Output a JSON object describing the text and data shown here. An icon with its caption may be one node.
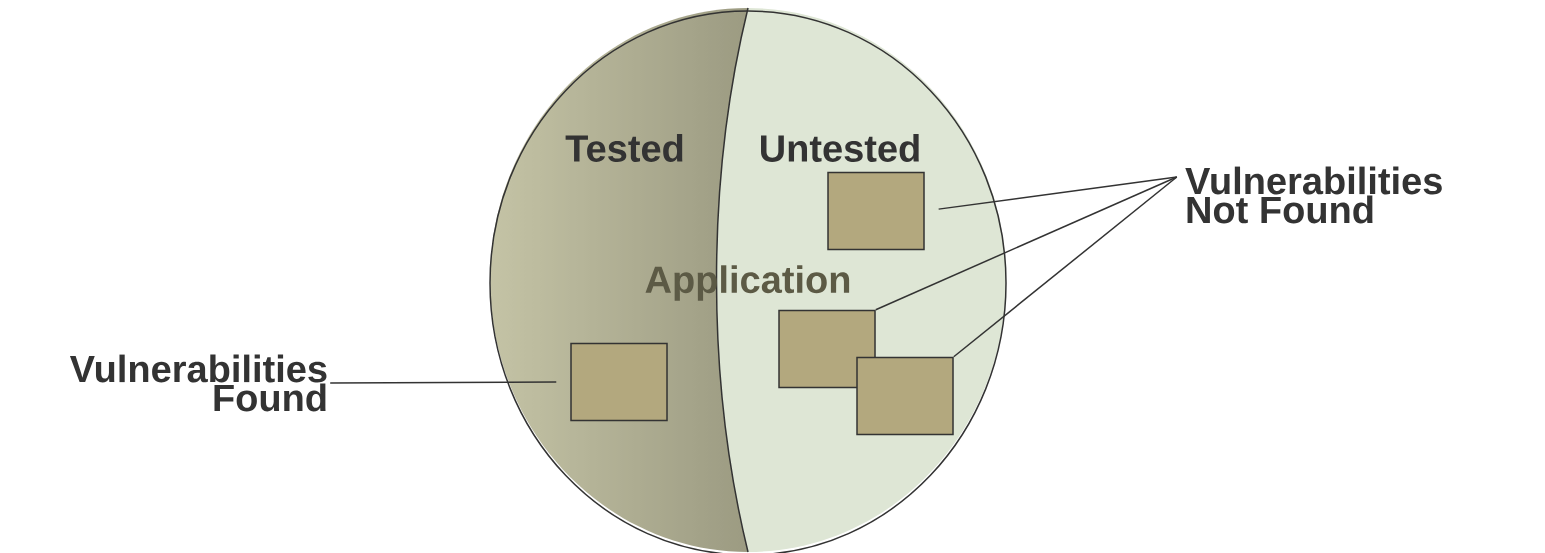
{
  "diagram": {
    "nodes": [
      {
        "text": [
          "Application"
        ]
      },
      {
        "text": [],
        "shape": "box",
        "in": 0
      },
      {
        "text": [],
        "shape": "box",
        "in": 0
      },
      {
        "text": [],
        "shape": "box",
        "in": 0
      },
      {
        "text": [],
        "shape": "box",
        "in": 0
      },
      {
        "text": [
          "Vulnerabilities Found"
        ]
      },
      {
        "text": [
          "Vulnerabilities Not Found"
        ]
      }
    ],
    "edges": [
      {
        "from": 5,
        "to": 1,
        "arrow": "none"
      },
      {
        "from": 6,
        "to": 2,
        "arrow": "none"
      },
      {
        "from": 6,
        "to": 3,
        "arrow": "none"
      },
      {
        "from": 6,
        "to": 4,
        "arrow": "none"
      }
    ],
    "labels": [
      "Tested",
      "Untested"
    ]
  }
}
